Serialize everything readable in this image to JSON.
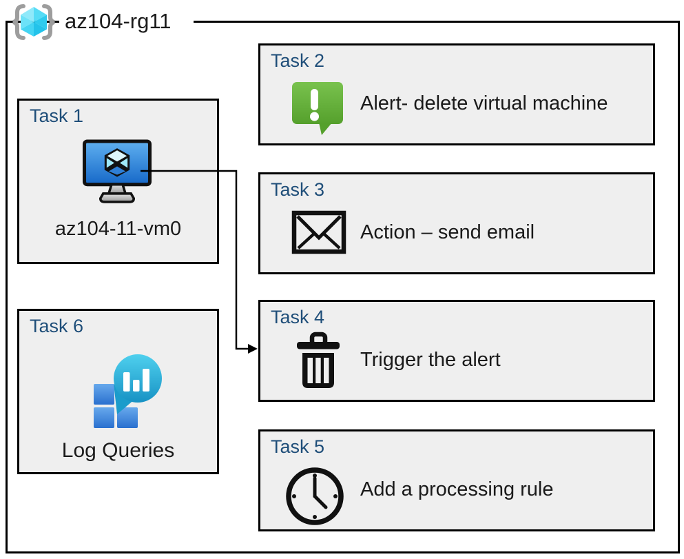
{
  "diagram": {
    "resource_group": "az104-rg11",
    "resource_group_icon": "resource-group-icon"
  },
  "tasks": [
    {
      "title": "Task 1",
      "label": "az104-11-vm0",
      "icon": "virtual-machine-icon"
    },
    {
      "title": "Task 2",
      "label": "Alert- delete virtual machine",
      "icon": "alert-message-icon"
    },
    {
      "title": "Task 3",
      "label": "Action – send email",
      "icon": "email-envelope-icon"
    },
    {
      "title": "Task 4",
      "label": "Trigger the alert",
      "icon": "trash-can-icon"
    },
    {
      "title": "Task 5",
      "label": "Add a processing rule",
      "icon": "clock-icon"
    },
    {
      "title": "Task 6",
      "label": "Log Queries",
      "icon": "log-queries-icon"
    }
  ],
  "connector": {
    "from": "Task 1",
    "to": "Task 4",
    "style": "elbow-arrow"
  },
  "colors": {
    "task_title": "#1f4e79",
    "box_fill": "#efefef",
    "border": "#000000",
    "alert_green_top": "#79c24e",
    "alert_green_bottom": "#55a02c",
    "vm_screen_blue_top": "#5fb0f0",
    "vm_screen_blue_bottom": "#1668c8",
    "log_balloon_top": "#4fd0ee",
    "log_balloon_bottom": "#1792c4",
    "log_square_top": "#67a9ec",
    "log_square_bottom": "#2a70cf",
    "cube_cyan": "#55dcf6",
    "bracket_gray": "#9d9d9d"
  }
}
